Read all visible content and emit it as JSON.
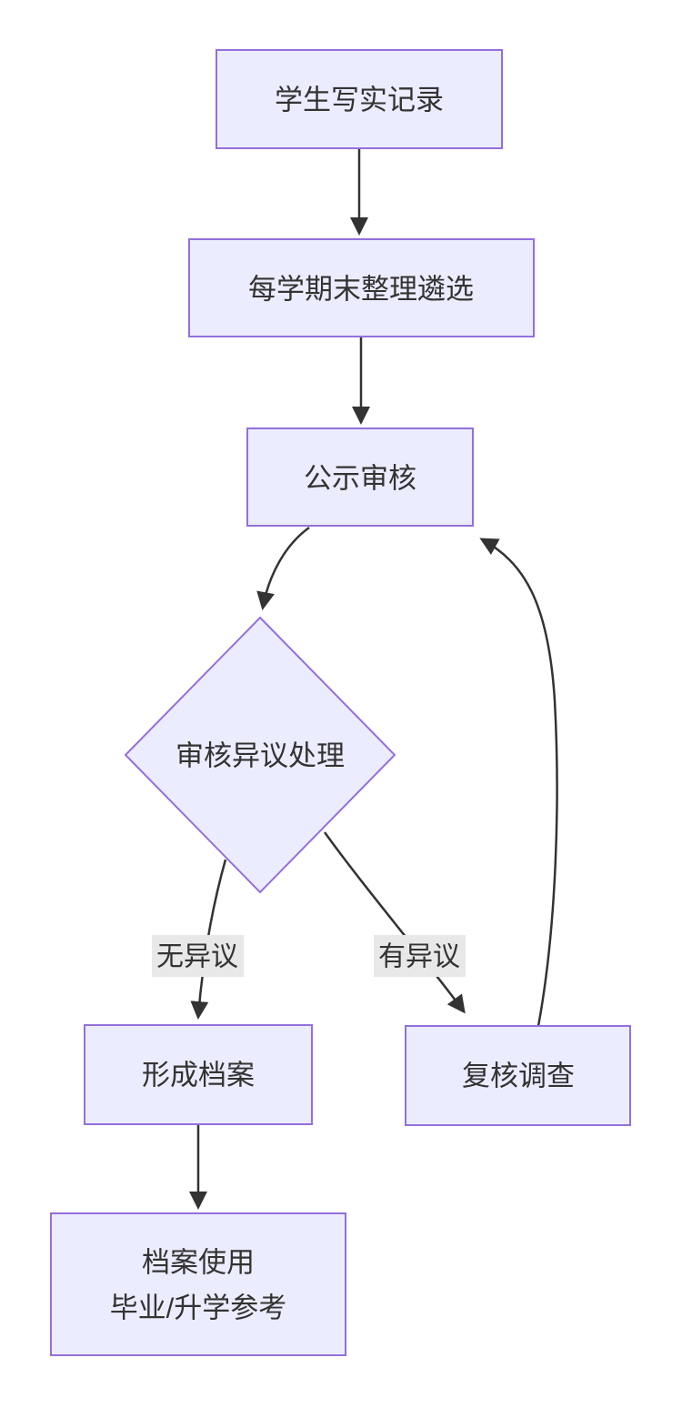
{
  "diagram": {
    "type": "flowchart",
    "direction": "top-down",
    "background": "#ffffff",
    "colors": {
      "node_fill": "#ECECFF",
      "node_border": "#9370DB",
      "text": "#333333",
      "edge": "#333333",
      "edge_label_bg": "#e8e8e8"
    },
    "nodes": {
      "record": {
        "label": "学生写实记录",
        "shape": "rect"
      },
      "select": {
        "label": "每学期末整理遴选",
        "shape": "rect"
      },
      "review": {
        "label": "公示审核",
        "shape": "rect"
      },
      "decision": {
        "label": "审核异议处理",
        "shape": "diamond"
      },
      "archive": {
        "label": "形成档案",
        "shape": "rect"
      },
      "recheck": {
        "label": "复核调查",
        "shape": "rect"
      },
      "use": {
        "label_line1": "档案使用",
        "label_line2": "毕业/升学参考",
        "shape": "rect"
      }
    },
    "edges": [
      {
        "from": "record",
        "to": "select",
        "label": ""
      },
      {
        "from": "select",
        "to": "review",
        "label": ""
      },
      {
        "from": "review",
        "to": "decision",
        "label": ""
      },
      {
        "from": "decision",
        "to": "archive",
        "label": "无异议"
      },
      {
        "from": "decision",
        "to": "recheck",
        "label": "有异议"
      },
      {
        "from": "recheck",
        "to": "review",
        "label": ""
      },
      {
        "from": "archive",
        "to": "use",
        "label": ""
      }
    ]
  }
}
